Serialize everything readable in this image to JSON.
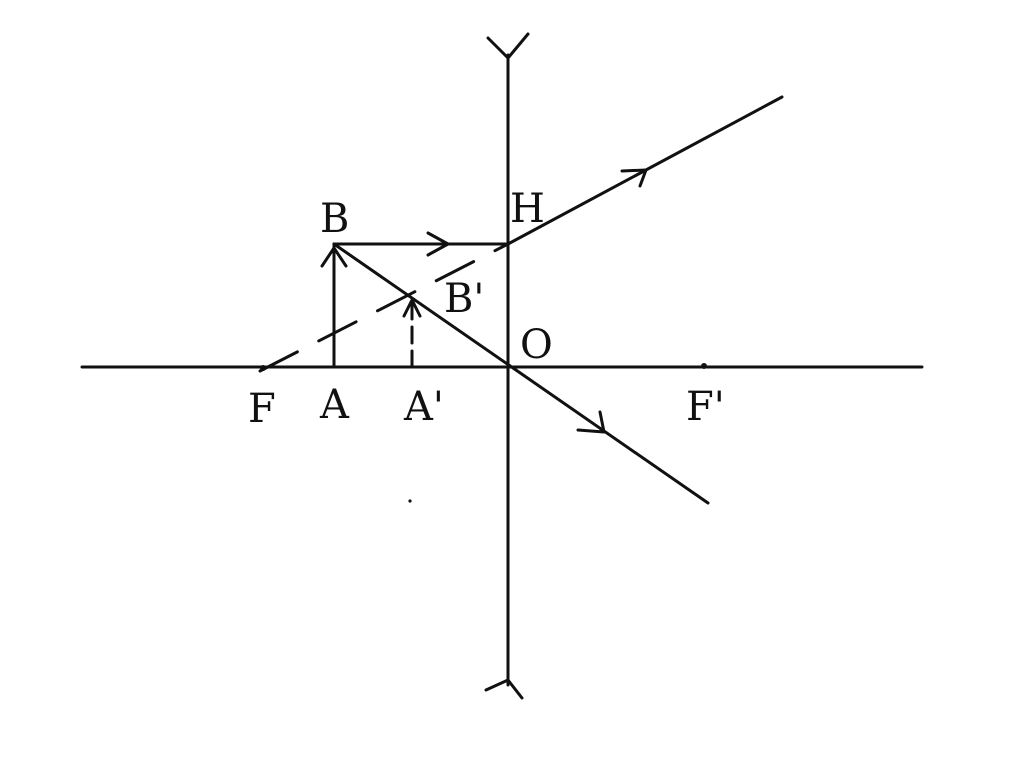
{
  "diagram": {
    "labels": {
      "F": "F",
      "A": "A",
      "A_prime": "A'",
      "B": "B",
      "B_prime": "B'",
      "H": "H",
      "O": "O",
      "F_prime": "F'"
    },
    "colors": {
      "line": "#111111",
      "background": "#ffffff"
    }
  }
}
